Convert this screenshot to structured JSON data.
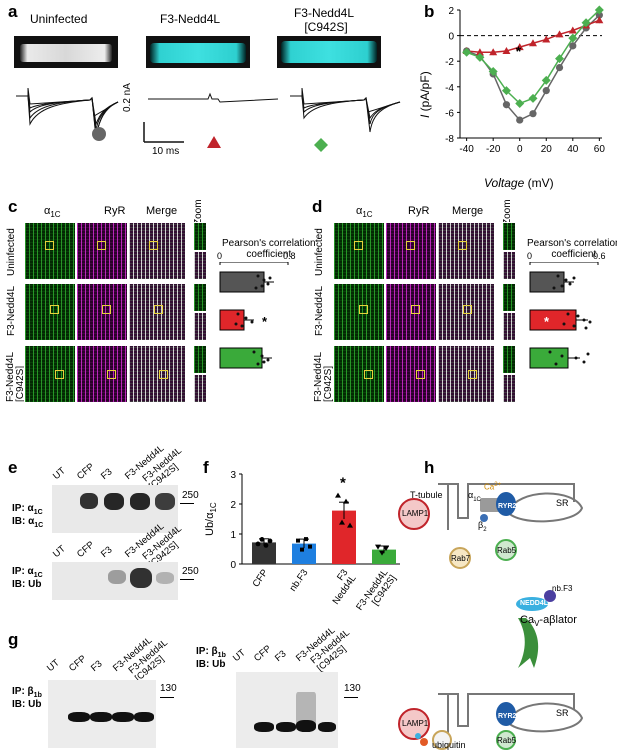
{
  "panel_letters": {
    "a": "a",
    "b": "b",
    "c": "c",
    "d": "d",
    "e": "e",
    "f": "f",
    "g": "g",
    "h": "h"
  },
  "panel_a": {
    "titles": [
      "Uninfected",
      "F3-Nedd4L",
      "F3-Nedd4L\n[C942S]"
    ],
    "title3_line1": "F3-Nedd4L",
    "title3_line2": "[C942S]",
    "scale_current": "0.2 nA",
    "scale_time": "10 ms",
    "colors": {
      "uninfected": "#666666",
      "nedd4l": "#c0242b",
      "c942s": "#4caf50"
    }
  },
  "panel_b": {
    "ylabel_italic": "I",
    "ylabel_rest": " (pA/pF)",
    "xlabel_italic": "Voltage",
    "xlabel_rest": " (mV)",
    "star": "*",
    "xticks": [
      "-40",
      "-20",
      "0",
      "20",
      "40",
      "60"
    ],
    "yticks": [
      "2",
      "0",
      "-2",
      "-4",
      "-6",
      "-8"
    ]
  },
  "chart_data": {
    "type": "line",
    "xlabel": "Voltage (mV)",
    "ylabel": "I (pA/pF)",
    "xlim": [
      -45,
      62
    ],
    "ylim": [
      -8,
      2
    ],
    "x": [
      -40,
      -30,
      -20,
      -10,
      0,
      10,
      20,
      30,
      40,
      50,
      60
    ],
    "series": [
      {
        "color": "#666666",
        "marker": "circle",
        "values": [
          -1.2,
          -1.6,
          -3.0,
          -5.4,
          -6.6,
          -6.1,
          -4.3,
          -2.5,
          -0.8,
          0.6,
          1.6
        ]
      },
      {
        "color": "#c0242b",
        "marker": "triangle",
        "values": [
          -1.2,
          -1.3,
          -1.3,
          -1.2,
          -0.9,
          -0.6,
          -0.3,
          0.1,
          0.4,
          0.8,
          1.2
        ]
      },
      {
        "color": "#4caf50",
        "marker": "diamond",
        "values": [
          -1.3,
          -1.7,
          -2.8,
          -4.3,
          -5.3,
          -4.9,
          -3.5,
          -1.8,
          -0.2,
          1.0,
          2.0
        ]
      }
    ]
  },
  "panel_c": {
    "col_heads": [
      "α1C",
      "RyR",
      "Merge",
      "Zoom"
    ],
    "row_labels": [
      "Uninfected",
      "F3-Nedd4L",
      "F3-Nedd4L\n[C942S]"
    ],
    "axis_title": "Pearson's correlation\ncoefficient",
    "axis_ticks": [
      "0",
      "0.8"
    ],
    "star": "*"
  },
  "panel_d": {
    "col_heads": [
      "α1C",
      "RyR",
      "Merge",
      "Zoom"
    ],
    "row_labels": [
      "Uninfected",
      "F3-Nedd4L",
      "F3-Nedd4L\n[C942S]"
    ],
    "axis_title": "Pearson's correlation\ncoefficient",
    "axis_ticks": [
      "0",
      "0.6"
    ],
    "star": "*"
  },
  "panel_e": {
    "lanes": [
      "UT",
      "CFP",
      "F3",
      "F3-Nedd4L",
      "F3-Nedd4L\n[C942S]"
    ],
    "blot1_ip": "IP: α1C",
    "blot1_ib": "IB: α1C",
    "blot2_ip": "IP: α1C",
    "blot2_ib": "IB: Ub",
    "marker1": "250",
    "marker2": "250"
  },
  "panel_f": {
    "ylabel": "Ub/α1C",
    "yticks": [
      "3",
      "2",
      "1",
      "0"
    ],
    "categories": [
      "CFP",
      "nb.F3",
      "F3\nNedd4L",
      "F3-Nedd4L\n[C942S]"
    ],
    "values": [
      0.72,
      0.68,
      1.78,
      0.48
    ],
    "errors": [
      0.12,
      0.15,
      0.28,
      0.12
    ],
    "colors": [
      "#333333",
      "#1e7fe0",
      "#e0262a",
      "#3aaa3a"
    ],
    "star": "*"
  },
  "panel_g": {
    "left_ip": "IP: β1b",
    "left_ib": "IB: Ub",
    "right_ip": "IP: β1b",
    "right_ib": "IB: Ub",
    "lanes": [
      "UT",
      "CFP",
      "F3",
      "F3-Nedd4L",
      "F3-Nedd4L\n[C942S]"
    ],
    "marker": "130"
  },
  "panel_h": {
    "ttubule": "T-tubule",
    "alpha1c": "α1C",
    "ca": "Ca2+",
    "beta2": "β2",
    "ryr2": "RYR2",
    "sr": "SR",
    "lamp1": "LAMP1",
    "rab7": "Rab7",
    "rab5": "Rab5",
    "nbf3": "nb.F3",
    "nedd4l": "NEDD4L",
    "ablator": "CaV-aβlator",
    "ubiquitin": "ubiquitin"
  }
}
